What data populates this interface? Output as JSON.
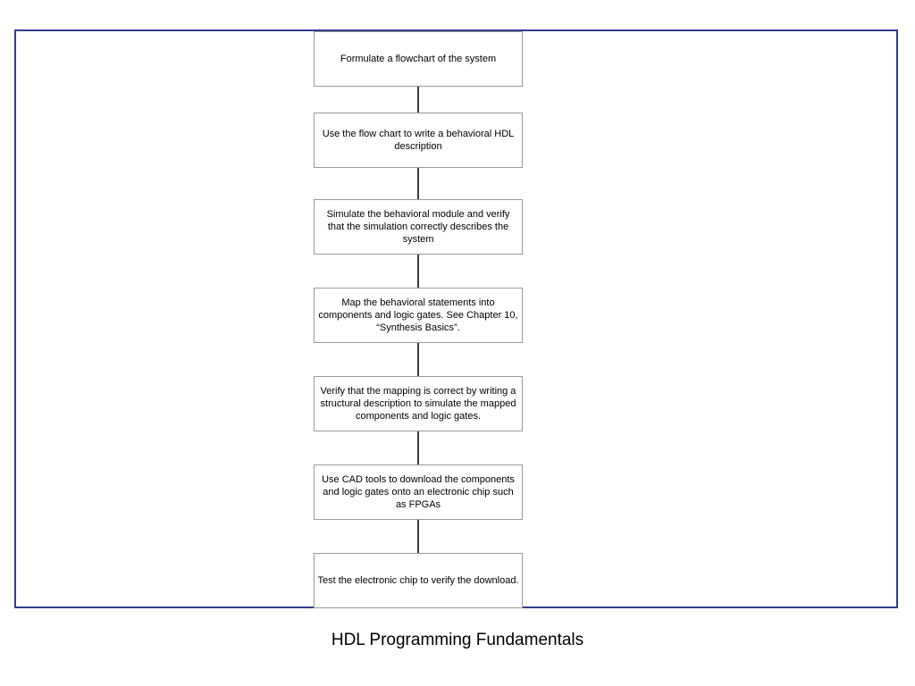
{
  "diagram": {
    "steps": [
      "Formulate a flowchart of the system",
      "Use the flow chart to write a behavioral HDL description",
      "Simulate the behavioral module and verify that the simulation correctly describes the system",
      "Map the behavioral statements into components and logic gates.  See Chapter 10, “Synthesis Basics”.",
      "Verify that the mapping is correct by writing a structural description to simulate the mapped components and logic gates.",
      "Use CAD tools to download the components and logic gates onto an electronic chip such as FPGAs",
      "Test the electronic chip to verify the download."
    ]
  },
  "caption": "HDL Programming Fundamentals",
  "colors": {
    "frame_border": "#2f3e8f",
    "box_border": "#9a9a9a",
    "connector": "#3a3a3a"
  }
}
